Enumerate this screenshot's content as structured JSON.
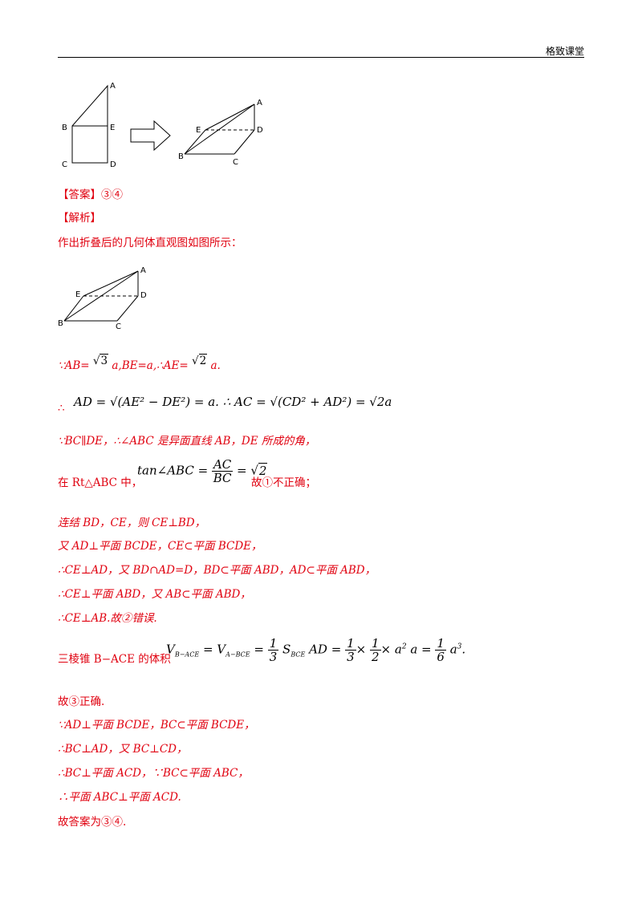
{
  "header": {
    "brand": "格致课堂"
  },
  "figure_top": {
    "left_labels": [
      "A",
      "B",
      "E",
      "C",
      "D"
    ],
    "right_labels": [
      "A",
      "E",
      "D",
      "B",
      "C"
    ]
  },
  "answer": {
    "label": "【答案】",
    "value": "③④"
  },
  "analysis": {
    "label": "【解析】"
  },
  "lines": {
    "intro": "作出折叠后的几何体直观图如图所示：",
    "l1_prefix": "∵AB=",
    "l1_mid": "a,BE=a,∴AE=",
    "l1_end": "a.",
    "l2_prefix": "∴",
    "l2_math": "AD = √(AE² − DE²) = a. ∴ AC = √(CD² + AD²) = √2a",
    "l3": "∵BC∥DE，∴∠ABC 是异面直线 AB，DE 所成的角，",
    "l4_prefix": "在 Rt△ABC 中，",
    "l4_suffix": "故①不正确；",
    "l5": "连结 BD，CE，则 CE⊥BD，",
    "l6": "又 AD⊥平面 BCDE，CE⊂平面 BCDE，",
    "l7": "∴CE⊥AD，又 BD∩AD=D，BD⊂平面 ABD，AD⊂平面 ABD，",
    "l8": "∴CE⊥平面 ABD，又 AB⊂平面 ABD，",
    "l9": "∴CE⊥AB.故②错误.",
    "l10_prefix": "三棱锥 B−ACE 的体积",
    "l11": "故③正确.",
    "l12": "∵AD⊥平面 BCDE，BC⊂平面 BCDE，",
    "l13": "∴BC⊥AD，又 BC⊥CD，",
    "l14": "∴BC⊥平面 ACD，∵BC⊂平面 ABC，",
    "l15": "∴平面 ABC⊥平面 ACD.",
    "l16": "故答案为③④."
  },
  "math": {
    "sqrt3": "3",
    "sqrt2": "2",
    "tan_lhs": "tan∠ABC =",
    "tan_num": "AC",
    "tan_den": "BC",
    "tan_rhs": "2",
    "vol_lhs": "V",
    "vol_sub1": "B−ACE",
    "vol_sub2": "A−BCE",
    "vol_eq": "= V",
    "one": "1",
    "three": "3",
    "two": "2",
    "six": "6",
    "S": "S",
    "S_sub": "BCE",
    "AD": "AD =",
    "a2": "a",
    "a3": "a"
  }
}
